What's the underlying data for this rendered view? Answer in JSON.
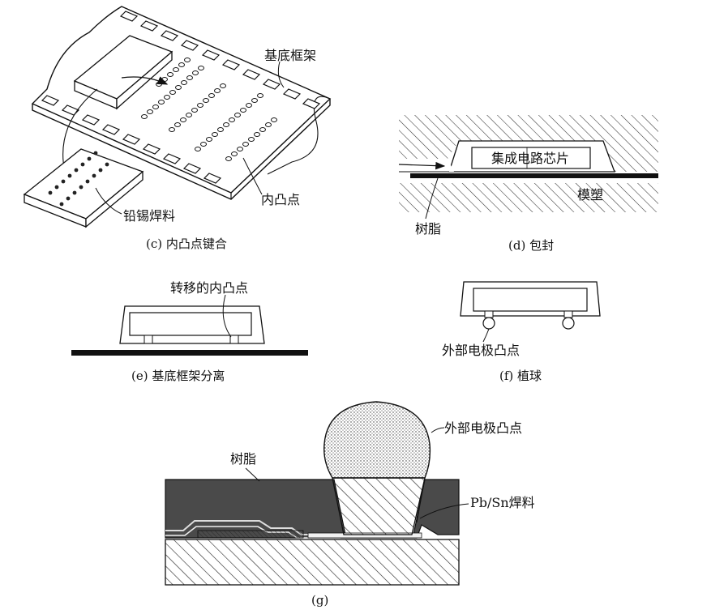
{
  "panels": {
    "c": {
      "caption": "(c) 内凸点键合",
      "labels": {
        "frame": "基底框架",
        "bump": "内凸点",
        "solder": "铅锡焊料"
      }
    },
    "d": {
      "caption": "(d) 包封",
      "labels": {
        "chip": "集成电路芯片",
        "mold": "模塑",
        "resin": "树脂"
      }
    },
    "e": {
      "caption": "(e) 基底框架分离",
      "labels": {
        "transferred": "转移的内凸点"
      }
    },
    "f": {
      "caption": "(f) 植球",
      "labels": {
        "ext_bump": "外部电极凸点"
      }
    },
    "g": {
      "caption": "(g)",
      "labels": {
        "resin": "树脂",
        "ext_bump": "外部电极凸点",
        "pbsn": "Pb/Sn焊料"
      }
    }
  }
}
